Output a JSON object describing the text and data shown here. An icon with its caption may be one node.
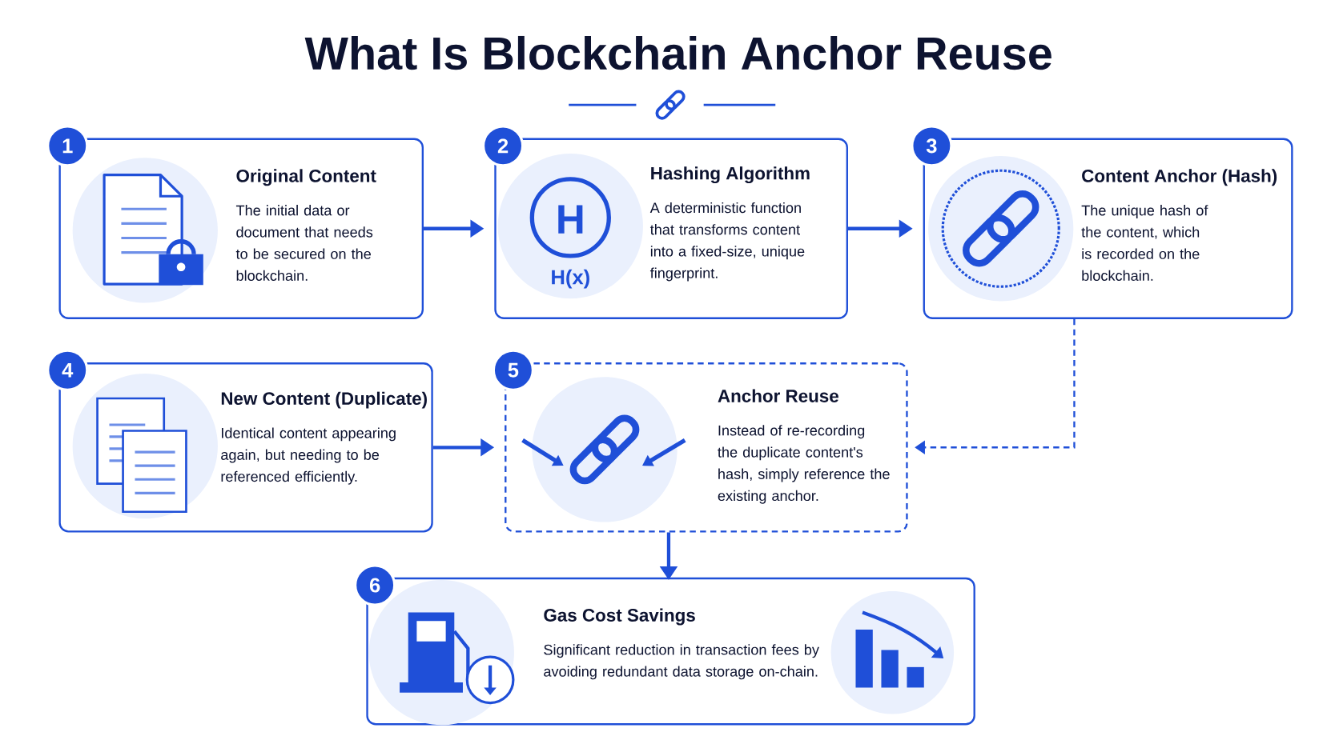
{
  "diagram": {
    "title": "What Is Blockchain Anchor Reuse",
    "nodes": [
      {
        "text": [
          "1",
          "Original Content",
          "The initial data or document that needs to be secured on the blockchain."
        ]
      },
      {
        "text": [
          "2",
          "Hashing Algorithm",
          "A deterministic function that transforms content into a fixed-size, unique fingerprint."
        ]
      },
      {
        "text": [
          "3",
          "Content Anchor (Hash)",
          "The unique hash of the content, which is recorded on the blockchain."
        ]
      },
      {
        "text": [
          "4",
          "New Content (Duplicate)",
          "Identical content appearing again, but needing to be referenced efficiently."
        ]
      },
      {
        "text": [
          "5",
          "Anchor Reuse",
          "Instead of re-recording the duplicate content's hash, simply reference the existing anchor."
        ]
      },
      {
        "text": [
          "6",
          "Gas Cost Savings",
          "Significant reduction in transaction fees by avoiding redundant data storage on-chain."
        ]
      }
    ],
    "edges": [
      {
        "from": 0,
        "to": 1,
        "arrow": "to"
      },
      {
        "from": 1,
        "to": 2,
        "arrow": "to"
      },
      {
        "from": 2,
        "to": 4,
        "arrow": "to",
        "style": "dashed"
      },
      {
        "from": 3,
        "to": 4,
        "arrow": "to"
      },
      {
        "from": 4,
        "to": 5,
        "arrow": "to"
      }
    ],
    "labels": [
      "H",
      "H(x)"
    ]
  }
}
